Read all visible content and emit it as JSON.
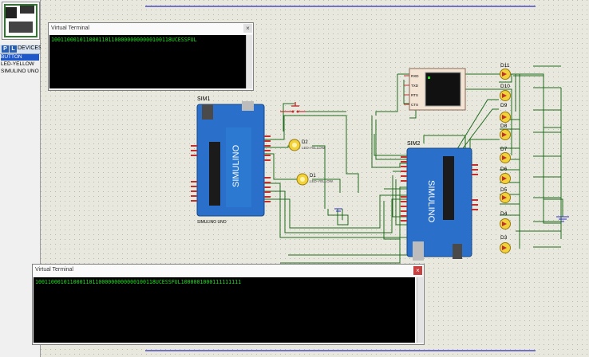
{
  "left_panel": {
    "buttons": {
      "p": "P",
      "l": "L"
    },
    "title": "DEVICES",
    "items": [
      "BUTTON",
      "LED-YELLOW",
      "SIMULINO UNO"
    ]
  },
  "terminal_top": {
    "title": "Virtual Terminal",
    "output": "10011000101100011011000000000000100118UCESSFUL",
    "close": "×"
  },
  "terminal_bottom": {
    "title": "Virtual Terminal",
    "output": "10011000101100011011000000000000100118UCESSFUL1000001000111111111",
    "close": "×"
  },
  "schematic": {
    "sim1_ref": "SIM1",
    "sim1_caption": "SIMULINO UNO",
    "sim2_ref": "SIM2",
    "board_brand": "SIMULINO",
    "led_mid": [
      {
        "ref": "D2",
        "value": "LED-YELLOW"
      },
      {
        "ref": "D1",
        "value": "LED-YELLOW"
      }
    ],
    "led_column": [
      "D11",
      "D10",
      "D9",
      "D8",
      "D7",
      "D6",
      "D5",
      "D4",
      "D3"
    ],
    "vt_pins": [
      "RXD",
      "TXD",
      "RTS",
      "CTS"
    ],
    "colors": {
      "wire": "#1f6b1f",
      "board": "#2a6fc9",
      "led": "#f2d23a",
      "terminal_text": "#1ee01e",
      "selection": "#1e57c8"
    }
  }
}
